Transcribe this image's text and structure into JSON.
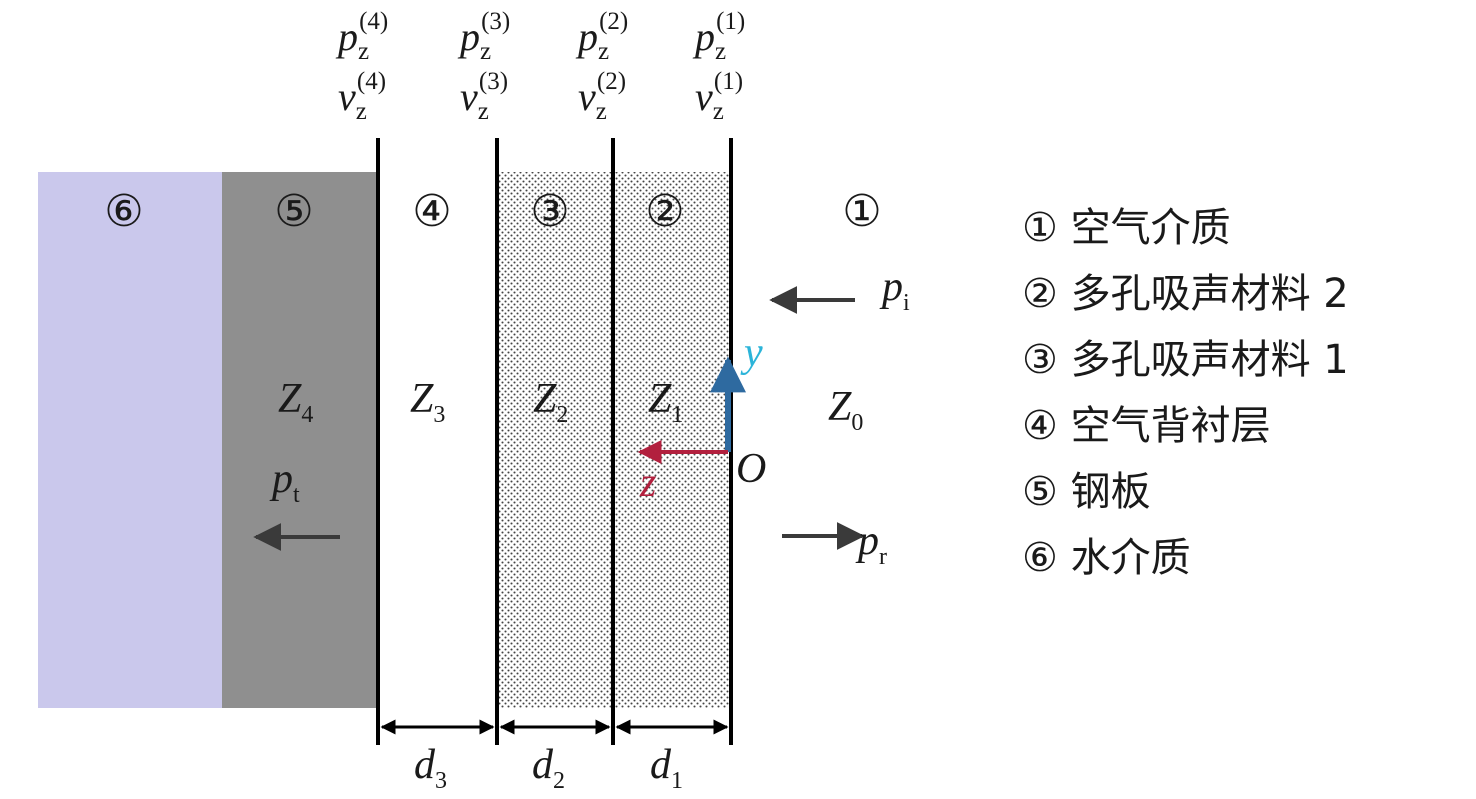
{
  "diagram": {
    "regions": {
      "r1": "①",
      "r2": "②",
      "r3": "③",
      "r4": "④",
      "r5": "⑤",
      "r6": "⑥"
    },
    "interfaces": [
      {
        "p": "p",
        "p_sub": "z",
        "p_sup": "(4)",
        "v": "v",
        "v_sub": "z",
        "v_sup": "(4)"
      },
      {
        "p": "p",
        "p_sub": "z",
        "p_sup": "(3)",
        "v": "v",
        "v_sub": "z",
        "v_sup": "(3)"
      },
      {
        "p": "p",
        "p_sub": "z",
        "p_sup": "(2)",
        "v": "v",
        "v_sub": "z",
        "v_sup": "(2)"
      },
      {
        "p": "p",
        "p_sub": "z",
        "p_sup": "(1)",
        "v": "v",
        "v_sub": "z",
        "v_sup": "(1)"
      }
    ],
    "impedances": [
      {
        "main": "Z",
        "sub": "4"
      },
      {
        "main": "Z",
        "sub": "3"
      },
      {
        "main": "Z",
        "sub": "2"
      },
      {
        "main": "Z",
        "sub": "1"
      },
      {
        "main": "Z",
        "sub": "0"
      }
    ],
    "waves": {
      "incident": {
        "main": "p",
        "sub": "i"
      },
      "reflected": {
        "main": "p",
        "sub": "r"
      },
      "transmitted": {
        "main": "p",
        "sub": "t"
      }
    },
    "axes": {
      "y": "y",
      "z": "z",
      "origin": "O"
    },
    "thickness": [
      {
        "main": "d",
        "sub": "3"
      },
      {
        "main": "d",
        "sub": "2"
      },
      {
        "main": "d",
        "sub": "1"
      }
    ],
    "colors": {
      "water": "#cac8ec",
      "steel": "#8f8f8f",
      "axis_y": "#2e6aa0",
      "axis_z": "#b2203e",
      "label_y": "#2bb4d9",
      "arrow": "#3a3a3a"
    }
  },
  "legend": [
    "① 空气介质",
    "② 多孔吸声材料 2",
    "③ 多孔吸声材料 1",
    "④ 空气背衬层",
    "⑤ 钢板",
    "⑥ 水介质"
  ]
}
